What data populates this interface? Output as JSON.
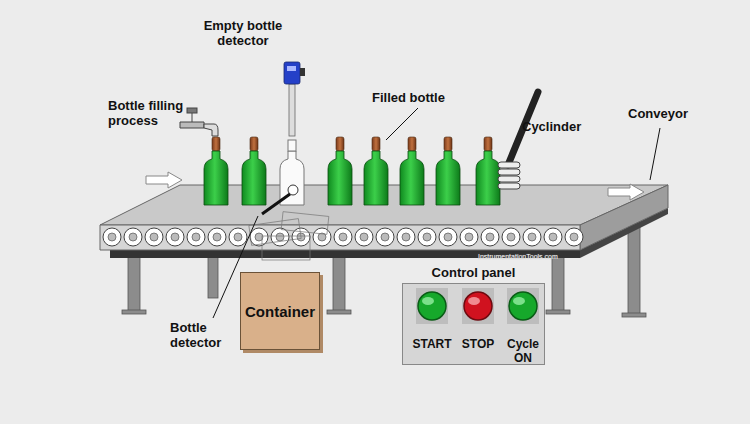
{
  "diagram": {
    "nodes": [
      {
        "text": [
          "Container"
        ]
      },
      {
        "text": [
          "Control panel"
        ]
      }
    ],
    "labels": [
      "Empty bottle detector",
      "Bottle filling process",
      "Filled bottle",
      "Cyclinder",
      "Conveyor",
      "InstrumentationTools.com",
      "Bottle detector",
      "START",
      "STOP",
      "Cycle ON"
    ]
  }
}
